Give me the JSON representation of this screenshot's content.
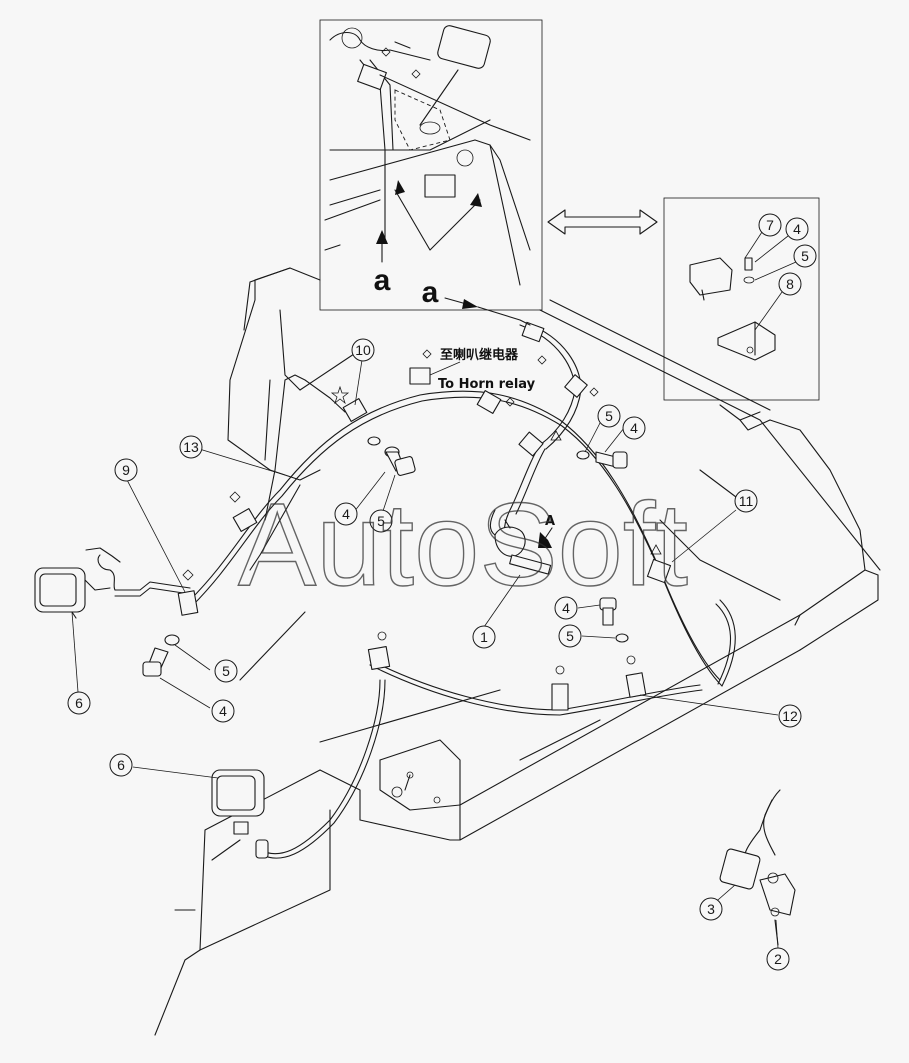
{
  "labels": {
    "view_a_top": "a",
    "view_a_side": "a",
    "arrow_a": "A",
    "horn_relay_cn": "至喇叭继电器",
    "horn_relay_en": "To Horn relay"
  },
  "watermark": "AutoSoft",
  "callouts": {
    "c1": "1",
    "c2": "2",
    "c3": "3",
    "c4_inset": "4",
    "c4_upper": "4",
    "c4_mid": "4",
    "c4_right": "4",
    "c4_left": "4",
    "c5_inset": "5",
    "c5_upper": "5",
    "c5_mid": "5",
    "c5_right": "5",
    "c5_left": "5",
    "c6_left": "6",
    "c6_bottom": "6",
    "c7": "7",
    "c8": "8",
    "c9": "9",
    "c10": "10",
    "c11": "11",
    "c12": "12",
    "c13": "13"
  }
}
